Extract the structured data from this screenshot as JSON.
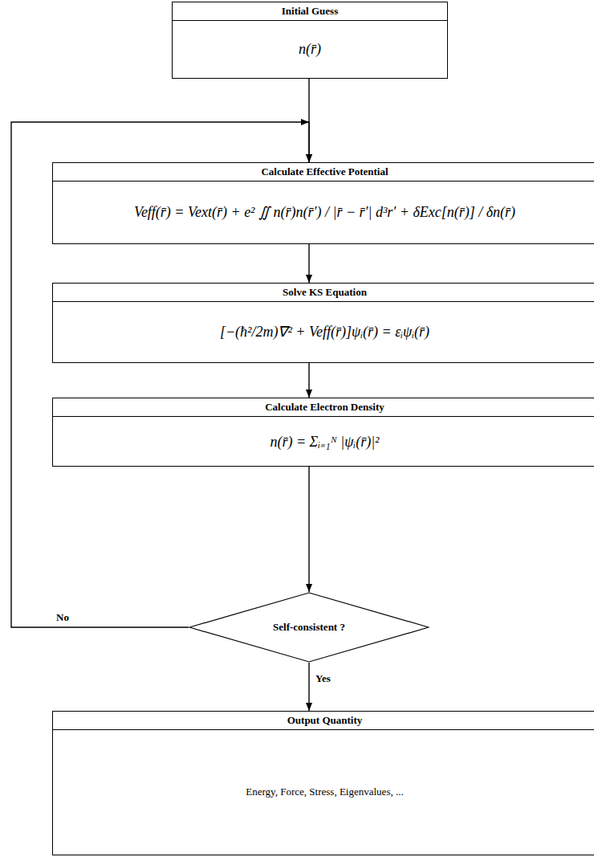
{
  "diagram": {
    "nodes": [
      {
        "text": [
          "Initial Guess",
          "n(r̄)"
        ]
      },
      {
        "text": [
          "Calculate Effective Potential",
          "Veff(r̄) = Vext(r̄) + e² ∬ n(r̄)n(r̄′) / |r̄ − r̄′| d³r′ + δExc[n(r̄)] / δn(r̄)"
        ]
      },
      {
        "text": [
          "Solve KS Equation",
          "[−(ħ²/2m)∇² + Veff(r̄)]ψᵢ(r̄) = εᵢψᵢ(r̄)"
        ]
      },
      {
        "text": [
          "Calculate Electron Density",
          "n(r̄) = Σᵢ₌₁ᴺ |ψᵢ(r̄)|²"
        ]
      },
      {
        "text": [
          "Self-consistent ?"
        ]
      },
      {
        "text": [
          "Output Quantity",
          "Energy, Force, Stress, Eigenvalues, ..."
        ]
      }
    ],
    "edges": [
      {
        "from": 0,
        "to": 1,
        "arrow": "to"
      },
      {
        "from": 1,
        "to": 2,
        "arrow": "to"
      },
      {
        "from": 2,
        "to": 3,
        "arrow": "to"
      },
      {
        "from": 3,
        "to": 4,
        "arrow": "to"
      },
      {
        "from": 4,
        "to": 1,
        "label": "No",
        "arrow": "to"
      },
      {
        "from": 4,
        "to": 5,
        "label": "Yes",
        "arrow": "to"
      }
    ]
  }
}
